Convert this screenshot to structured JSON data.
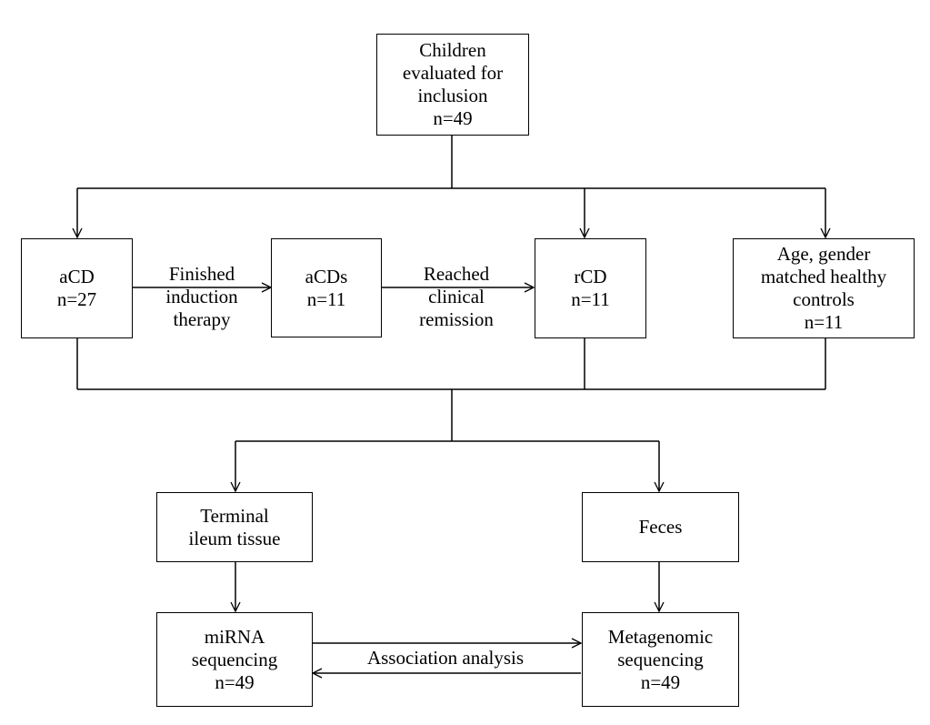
{
  "nodes": {
    "children": {
      "lines": [
        "Children",
        "evaluated for",
        "inclusion",
        "n=49"
      ]
    },
    "acd": {
      "lines": [
        "aCD",
        "n=27"
      ]
    },
    "acds": {
      "lines": [
        "aCDs",
        "n=11"
      ]
    },
    "rcd": {
      "lines": [
        "rCD",
        "n=11"
      ]
    },
    "controls": {
      "lines": [
        "Age, gender",
        "matched healthy",
        "controls",
        "n=11"
      ]
    },
    "tissue": {
      "lines": [
        "Terminal",
        "ileum tissue"
      ]
    },
    "feces": {
      "lines": [
        "Feces"
      ]
    },
    "mirna": {
      "lines": [
        "miRNA",
        "sequencing",
        "n=49"
      ]
    },
    "metagenomic": {
      "lines": [
        "Metagenomic",
        "sequencing",
        "n=49"
      ]
    }
  },
  "edges": {
    "finished": {
      "lines": [
        "Finished",
        "induction",
        "therapy"
      ]
    },
    "reached": {
      "lines": [
        "Reached",
        "clinical",
        "remission"
      ]
    },
    "association": {
      "lines": [
        "Association analysis"
      ]
    }
  }
}
